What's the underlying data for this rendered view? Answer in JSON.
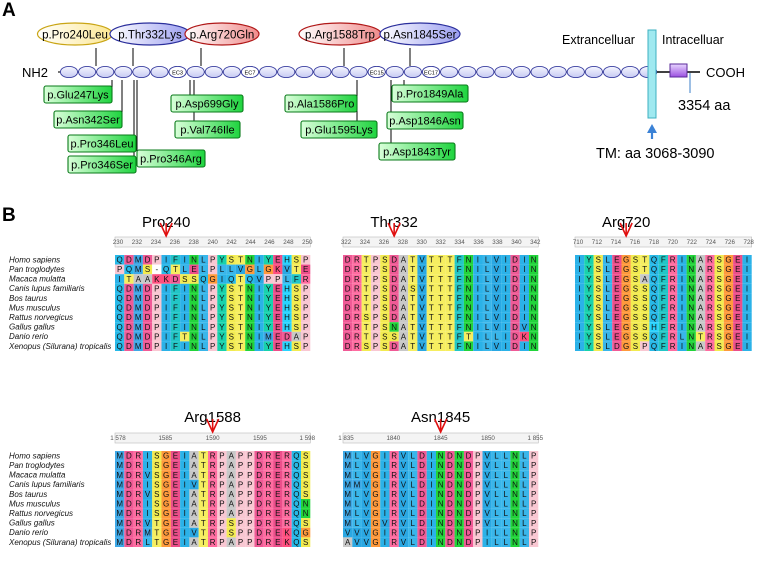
{
  "panel_a": {
    "label": "A",
    "n_terminus": "NH2",
    "c_terminus": "COOH",
    "extracellular": "Extrancelluar",
    "intracellular": "Intracelluar",
    "length": "3354 aa",
    "tm": "TM: aa 3068-3090",
    "ec_labels": [
      "EC3",
      "EC7",
      "EC15",
      "EC17"
    ],
    "variants_top": [
      {
        "label": "p.Pro240Leu",
        "color": "#fce792",
        "border": "#c9a515"
      },
      {
        "label": "p.Thr332Lys",
        "color": "#9c9ff0",
        "border": "#2b2f9c"
      },
      {
        "label": "p.Arg720Gln",
        "color": "#f08c8c",
        "border": "#b01818"
      },
      {
        "label": "p.Arg1588Trp",
        "color": "#f08c8c",
        "border": "#b01818"
      },
      {
        "label": "p.Asn1845Ser",
        "color": "#9c9ff0",
        "border": "#2b2f9c"
      }
    ],
    "variants_bottom": [
      "p.Glu247Lys",
      "p.Asn342Ser",
      "p.Pro346Leu",
      "p.Pro346Ser",
      "p.Pro346Arg",
      "p.Asp699Gly",
      "p.Val746Ile",
      "p.Ala1586Pro",
      "p.Glu1595Lys",
      "p.Asp1846Asn",
      "p.Asp1843Tyr",
      "p.Pro1849Ala"
    ]
  },
  "panel_b": {
    "label": "B",
    "species": [
      "Homo sapiens",
      "Pan troglodytes",
      "Macaca mulatta",
      "Canis lupus familiaris",
      "Bos taurus",
      "Mus musculus",
      "Rattus norvegicus",
      "Gallus gallus",
      "Danio rerio",
      "Xenopus (Silurana) tropicalis"
    ],
    "blocks": [
      {
        "title": "Pro240",
        "ticks": [
          "230",
          "232",
          "234",
          "236",
          "238",
          "240",
          "242",
          "244",
          "246",
          "248",
          "250"
        ],
        "rows": [
          "QDMDPIFINLPYSTNIYEHSP",
          "PQMS-QTLELPLLVGLGKVTE",
          "ITAAKKDSSQGIQTQVPPLFR",
          "QDMDPIFINLPYSTNIYEHSP",
          "QDMDPIFINLPYSTNIYEHSP",
          "QDMDPIFINLPYSTNIYEHSP",
          "QDMDPIFINLPYSTNIYEHSP",
          "QDMDPIFINLPYSTNIYEHSP",
          "QDMDPIFTNLPYSTNIMEDAP",
          "QDMDPIFINLPYSTNIYEHSP"
        ]
      },
      {
        "title": "Thr332",
        "ticks": [
          "322",
          "324",
          "326",
          "328",
          "330",
          "332",
          "334",
          "336",
          "338",
          "340",
          "342"
        ],
        "rows": [
          "DRTPSDATVTTTFNILVIDIN",
          "DRTPSDATVTTTFNILVIDIN",
          "DRTPSDATVTTTFNILVIDIN",
          "DRTPSDASVTTTFNILVIDIN",
          "DRTPSDATVTTTFNILVIDIN",
          "DRTPSDATVTTTFNILVIDIN",
          "DRSPSDATVTTTFNILVIDIN",
          "DRTPSNATVTTTFNILVIDVN",
          "DRTPSSATVTTTFTILLIDKN",
          "DRSPSDATVTTTFNILVIDIN"
        ]
      },
      {
        "title": "Arg720",
        "ticks": [
          "710",
          "712",
          "714",
          "716",
          "718",
          "720",
          "722",
          "724",
          "726",
          "728"
        ],
        "rows": [
          "IYSLEGSTQFRINARSGEI",
          "IYSLEGSTQFRINARSGEI",
          "IYSLEGSAQFRINARSGEI",
          "IYSLEGSSQFRINARSGEI",
          "IYSLEGSSQFRINARSGEI",
          "IYSLEGSSQFRINARSGEI",
          "IYSLEGSSQFRINARSGEI",
          "IYSLEGSSHFRINARSGEI",
          "IYSLEGSSQFRLNTRSGEI",
          "IYSLDGSPQFRINARSGEI"
        ]
      },
      {
        "title": "Arg1588",
        "ticks": [
          "1 578",
          "1585",
          "1590",
          "1595",
          "1 598"
        ],
        "rows": [
          "MDRISGEIATRPAPPDRERQS",
          "MDRISGEIATRPAPPDRERQS",
          "MDRVSGEIATRPAPPDRERQS",
          "MDRISGEIVTRPAPPDRERQS",
          "MDRVSGEIATRPAPPDRERQS",
          "MDRISGEIATRPAPPDRERQN",
          "MDRISGEIATRPAPPDRERQN",
          "MDRVTGEIATRPSPPDRERQS",
          "MDRMTGEIVTRPSPPDREKQG",
          "MDRLTGEIATRPAPPDREKQS"
        ]
      },
      {
        "title": "Asn1845",
        "ticks": [
          "1 835",
          "1840",
          "1845",
          "1850",
          "1 855"
        ],
        "rows": [
          "MLVGIRVLDINDNDPVLLNLP",
          "MLVGIRVLDINDNDPVLLNLP",
          "MLVGIRVLDINDNDPVLLNLP",
          "MMVGIRVLDINDNDPVLLNLP",
          "MLVGIRVLDINDNDPVLLNLP",
          "MLVGIRVLDINDNDPVLLNLP",
          "MLVGIRVLDINDNDPVLLNLP",
          "MLVGVRVLDINDNDPVLLNLP",
          "VVVGIRVLDINDNDPILLNLP",
          "AVVGIRVLDINDNDPILLNLP"
        ]
      }
    ],
    "aa_colors": {
      "A": "#c8c8c8",
      "R": "#ff6ca0",
      "N": "#22d43a",
      "D": "#f05a96",
      "C": "#ffe85a",
      "Q": "#27b9e8",
      "E": "#ec4e8a",
      "G": "#ff9a3c",
      "H": "#28d4ff",
      "I": "#2bb2e8",
      "L": "#39b6ea",
      "K": "#ff4f7e",
      "M": "#3ea8e6",
      "F": "#22c6c6",
      "P": "#f9c7d2",
      "S": "#f2eb50",
      "T": "#f6ee60",
      "W": "#2ad6d6",
      "Y": "#18d2ac",
      "V": "#2aa8e3",
      "-": "#ffffff"
    },
    "mutation_marker_color": "#e01010"
  }
}
